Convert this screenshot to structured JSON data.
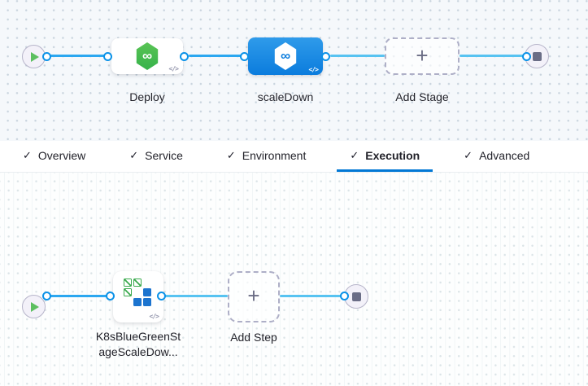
{
  "stage_pipeline": {
    "stages": [
      {
        "id": "deploy",
        "label": "Deploy",
        "type": "deployment",
        "selected": false
      },
      {
        "id": "scaleDown",
        "label": "scaleDown",
        "type": "deployment",
        "selected": true
      }
    ],
    "add_stage_label": "Add Stage",
    "plus": "+"
  },
  "tab_bar": {
    "check": "✓",
    "tabs": [
      {
        "label": "Overview",
        "checked": true,
        "active": false
      },
      {
        "label": "Service",
        "checked": true,
        "active": false
      },
      {
        "label": "Environment",
        "checked": true,
        "active": false
      },
      {
        "label": "Execution",
        "checked": true,
        "active": true
      },
      {
        "label": "Advanced",
        "checked": true,
        "active": false
      }
    ]
  },
  "execution": {
    "step": {
      "label_line1": "K8sBlueGreenSt",
      "label_line2": "ageScaleDow...",
      "type": "k8s-blue-green-stage-scale-down"
    },
    "add_step_label": "Add Step",
    "plus": "+"
  },
  "icons": {
    "code_toggle": "</>",
    "infinity": "∞"
  },
  "colors": {
    "canvas_top_bg": "#f5f8fb",
    "canvas_bottom_bg": "#fdfefe",
    "dot_top": "#c9d4de",
    "dot_bottom": "#dbe4e7",
    "edge_blue": "#2ba7f0",
    "edge_cyan": "#57c3f1",
    "accent_blue": "#0278d5",
    "node_selected_top": "#2f9bea",
    "node_selected_bottom": "#0b7cdd",
    "green_top": "#5ac455",
    "green_bottom": "#35b24a",
    "k8s_green": "#3baa4e",
    "k8s_blue": "#1c74cf",
    "port_ring": "#0b92e8",
    "node_border_gray": "#b7b5ca",
    "node_fill_lav": "#f3f1f9",
    "dash_border": "#aeafc7",
    "play_green": "#5cbf60",
    "stop_gray": "#6a6d86",
    "text_dark": "#22222a",
    "muted": "#6b6d85",
    "code_icon": "#9496ad"
  }
}
